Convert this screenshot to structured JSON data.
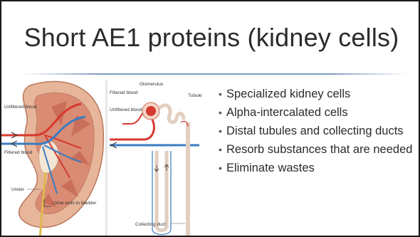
{
  "slide": {
    "title": "Short AE1 proteins (kidney cells)",
    "bullets": [
      "Specialized kidney cells",
      "Alpha-intercalated cells",
      "Distal tubules and collecting ducts",
      "Resorb substances that are needed",
      "Eliminate wastes"
    ]
  },
  "kidney_diagram": {
    "unfiltered_blood": "Unfiltered blood",
    "filtered_blood": "Filtered blood",
    "ureter": "Ureter",
    "urine_exits": "Urine exits to bladder"
  },
  "nephron_diagram": {
    "glomerulus": "Glomerulus",
    "tubule": "Tubule",
    "filtered_blood": "Filtered blood",
    "unfiltered_blood": "Unfiltered blood",
    "collecting_duct": "Collecting duct"
  },
  "colors": {
    "artery": "#d6392f",
    "vein": "#3a7cc0",
    "kidney": "#e7b59a",
    "rule": "#7d99c0"
  }
}
